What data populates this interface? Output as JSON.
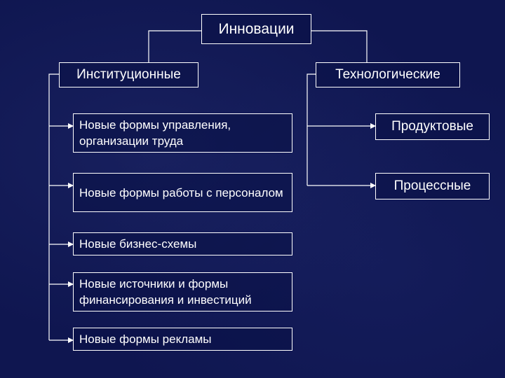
{
  "root": "Инновации",
  "institutional": {
    "title": "Институционные",
    "items": [
      "Новые формы управления, организации труда",
      "Новые формы работы с персоналом",
      "Новые бизнес-схемы",
      "Новые источники и формы финансирования и инвестиций",
      "Новые формы рекламы"
    ]
  },
  "technological": {
    "title": "Технологические",
    "items": [
      "Продуктовые",
      "Процессные"
    ]
  },
  "colors": {
    "background": "#0f1650",
    "line": "#ffffff",
    "text": "#ffffff"
  }
}
